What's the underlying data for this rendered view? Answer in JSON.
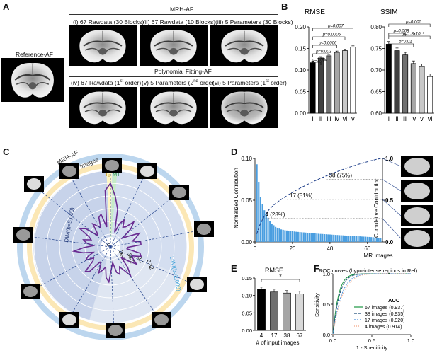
{
  "panels": {
    "A": "A",
    "B": "B",
    "C": "C",
    "D": "D",
    "E": "E",
    "F": "F"
  },
  "panelA": {
    "reference": "Reference-AF",
    "mrh_title": "MRH-AF",
    "poly_title": "Polynomial Fitting-AF",
    "top": [
      {
        "label": "(i) 67 Rawdata  (30 Blocks)"
      },
      {
        "label": "(ii) 67 Rawdata (10 Blocks)"
      },
      {
        "label": "(iii) 5 Parameters (30 Blocks)"
      }
    ],
    "bottom": [
      {
        "pre": "(iv) 67 Rawdata (1",
        "sup": "st",
        "post": " order)"
      },
      {
        "pre": "(v) 5 Parameters (2",
        "sup": "nd",
        "post": " order)"
      },
      {
        "pre": "(vi) 5 Parameters (1",
        "sup": "st",
        "post": " order)"
      }
    ]
  },
  "chart_data": [
    {
      "id": "B-RMSE",
      "type": "bar",
      "title": "RMSE",
      "categories": [
        "i",
        "ii",
        "iii",
        "iv",
        "vi",
        "v"
      ],
      "values": [
        0.117,
        0.128,
        0.133,
        0.141,
        0.145,
        0.153
      ],
      "errors": [
        0.003,
        0.003,
        0.003,
        0.003,
        0.003,
        0.003
      ],
      "colors": [
        "#000000",
        "#404040",
        "#707070",
        "#a6a6a6",
        "#c8c8c8",
        "#ffffff"
      ],
      "ylim": [
        0.0,
        0.2
      ],
      "yticks": [
        "0.00",
        "0.05",
        "0.10",
        "0.15",
        "0.20"
      ],
      "annotations": [
        "p=0.004",
        "p=0.003",
        "p<0.0006",
        "p=0.0006",
        "p=0.007"
      ]
    },
    {
      "id": "B-SSIM",
      "type": "bar",
      "title": "SSIM",
      "categories": [
        "i",
        "ii",
        "iii",
        "iv",
        "v",
        "vi"
      ],
      "values": [
        0.76,
        0.745,
        0.735,
        0.715,
        0.708,
        0.685
      ],
      "errors": [
        0.006,
        0.006,
        0.006,
        0.006,
        0.006,
        0.006
      ],
      "colors": [
        "#000000",
        "#404040",
        "#707070",
        "#a6a6a6",
        "#c8c8c8",
        "#ffffff"
      ],
      "ylim": [
        0.6,
        0.8
      ],
      "yticks": [
        "0.60",
        "0.65",
        "0.70",
        "0.75",
        "0.80"
      ],
      "annotations": [
        "p=0.005",
        "p=0.009",
        "p=1.8x10⁻⁵",
        "p=0.01"
      ]
    },
    {
      "id": "C",
      "type": "polar",
      "rings": [
        "MRH-AF",
        "MR Images"
      ],
      "sectors": [
        "T₂",
        "MT",
        "DWI(b=5,000)",
        "DWI(b=2,000)"
      ],
      "radial_ticks": [
        "0",
        "3e-3",
        "3e-2",
        "0.1",
        "0.32"
      ]
    },
    {
      "id": "D",
      "type": "bar",
      "xlabel": "MR Images",
      "ylabel": "Normalized Contribution",
      "ylabel2": "Cumulative Contribution",
      "xticks": [
        "0",
        "20",
        "40",
        "60"
      ],
      "yticks": [
        "0.00",
        "0.05",
        "0.10"
      ],
      "y2ticks": [
        "0.0",
        "0.5",
        "1.0"
      ],
      "xlim": [
        0,
        68
      ],
      "ylim": [
        0,
        0.1
      ],
      "y2lim": [
        0,
        1.0
      ],
      "values": [
        0.093,
        0.072,
        0.054,
        0.045,
        0.038,
        0.033,
        0.029,
        0.025,
        0.022,
        0.02,
        0.018,
        0.017,
        0.016,
        0.015,
        0.0145,
        0.014,
        0.0137,
        0.0134,
        0.0131,
        0.0128,
        0.0125,
        0.0122,
        0.012,
        0.0118,
        0.0116,
        0.0114,
        0.0112,
        0.011,
        0.0108,
        0.0106,
        0.0104,
        0.0102,
        0.01,
        0.0098,
        0.0096,
        0.0095,
        0.0093,
        0.0092,
        0.009,
        0.0089,
        0.0087,
        0.0086,
        0.0084,
        0.0083,
        0.0081,
        0.008,
        0.0079,
        0.0077,
        0.0076,
        0.0075,
        0.0073,
        0.0072,
        0.0071,
        0.0069,
        0.0068,
        0.0067,
        0.0065,
        0.0064,
        0.0063,
        0.0061,
        0.006,
        0.0058,
        0.0056,
        0.0054,
        0.0052,
        0.005,
        0.0047
      ],
      "annotations": [
        "4 (28%)",
        "17 (51%)",
        "38 (75%)"
      ]
    },
    {
      "id": "E",
      "type": "bar",
      "title": "RMSE",
      "xlabel": "# of input images",
      "categories": [
        "4",
        "17",
        "38",
        "67"
      ],
      "values": [
        0.118,
        0.11,
        0.107,
        0.104
      ],
      "errors": [
        0.006,
        0.008,
        0.007,
        0.008
      ],
      "colors": [
        "#000000",
        "#707070",
        "#a6a6a6",
        "#d9d9d9"
      ],
      "ylim": [
        0,
        0.15
      ],
      "yticks": [
        "0.00",
        "0.05",
        "0.10",
        "0.15"
      ],
      "annotations": [
        "*"
      ]
    },
    {
      "id": "F",
      "type": "line",
      "title": "ROC curves (hypo-intense regions in Ref)",
      "xlabel": "1 - Specificity",
      "ylabel": "Sensitivity",
      "xticks": [
        "0.0",
        "0.5",
        "1.0"
      ],
      "yticks": [
        "0.0",
        "0.5",
        "1.0"
      ],
      "legend_title": "AUC",
      "series": [
        {
          "name": "67 images (0.937)",
          "color": "#1a9641",
          "dash": ""
        },
        {
          "name": "38 images (0.935)",
          "color": "#1f4e79",
          "dash": "4,2"
        },
        {
          "name": "17 images (0.920)",
          "color": "#4a90d9",
          "dash": "2,2"
        },
        {
          "name": "4 images (0.914)",
          "color": "#f4a582",
          "dash": "1,2"
        }
      ]
    }
  ]
}
